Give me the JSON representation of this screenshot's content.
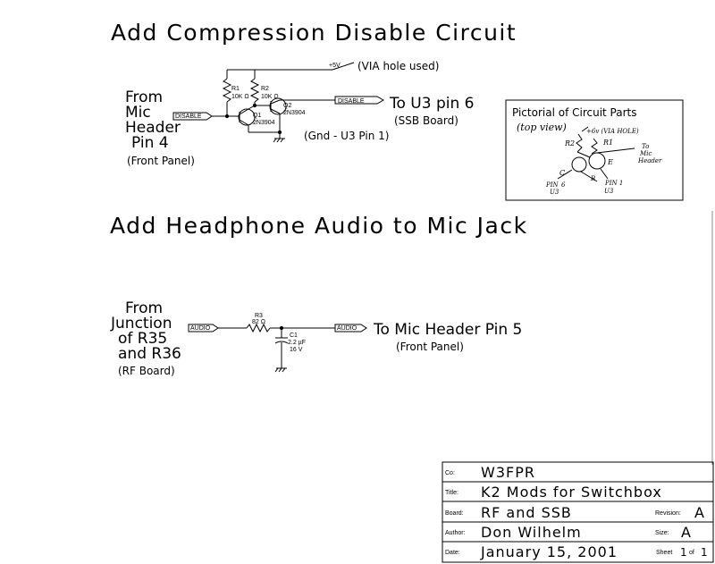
{
  "section1": {
    "title": "Add Compression Disable Circuit",
    "from_lines": [
      "From",
      "Mic",
      "Header",
      "Pin 4"
    ],
    "from_note": "(Front Panel)",
    "supply_label": "+5V",
    "supply_note": "(VIA hole used)",
    "in_port": "DISABLE",
    "out_port": "DISABLE",
    "to_text": "To U3 pin 6",
    "to_note": "(SSB Board)",
    "gnd_note": "(Gnd - U3 Pin 1)",
    "r1_ref": "R1",
    "r1_val": "10K Ω",
    "r2_ref": "R2",
    "r2_val": "10K Ω",
    "q1_ref": "Q1",
    "q1_part": "2N3904",
    "q2_ref": "Q2",
    "q2_part": "2N3904"
  },
  "pictorial": {
    "title": "Pictorial of Circuit Parts",
    "subtitle": "(top view)",
    "vplus": "+6v (VIA HOLE)",
    "r2": "R2",
    "r1": "R1",
    "to_mic_1": "To",
    "to_mic_2": "Mic",
    "to_mic_3": "Header",
    "c": "C",
    "e": "E",
    "b": "B",
    "pin6_1": "PIN",
    "pin6_2": "6",
    "pin6_3": "U3",
    "pin1_1": "PIN 1",
    "pin1_2": "U3"
  },
  "section2": {
    "title": "Add Headphone Audio to Mic Jack",
    "from_lines": [
      "From",
      "Junction",
      "of R35",
      "and R36"
    ],
    "from_note": "(RF Board)",
    "in_port": "AUDIO",
    "out_port": "AUDIO",
    "to_text": "To Mic Header Pin 5",
    "to_note": "(Front Panel)",
    "r3_ref": "R3",
    "r3_val": "82 Ω",
    "c1_ref": "C1",
    "c1_val": "2.2 µF",
    "c1_volt": "16 V"
  },
  "title_block": {
    "co_label": "Co:",
    "co": "W3FPR",
    "title_label": "Title:",
    "title": "K2 Mods for Switchbox",
    "board_label": "Board:",
    "board": "RF and SSB",
    "revision_label": "Revision:",
    "revision": "A",
    "author_label": "Author:",
    "author": "Don Wilhelm",
    "size_label": "Size:",
    "size": "A",
    "date_label": "Date:",
    "date": "January 15, 2001",
    "sheet_label": "Sheet",
    "sheet_num": "1",
    "sheet_of": "of",
    "sheet_total": "1"
  }
}
